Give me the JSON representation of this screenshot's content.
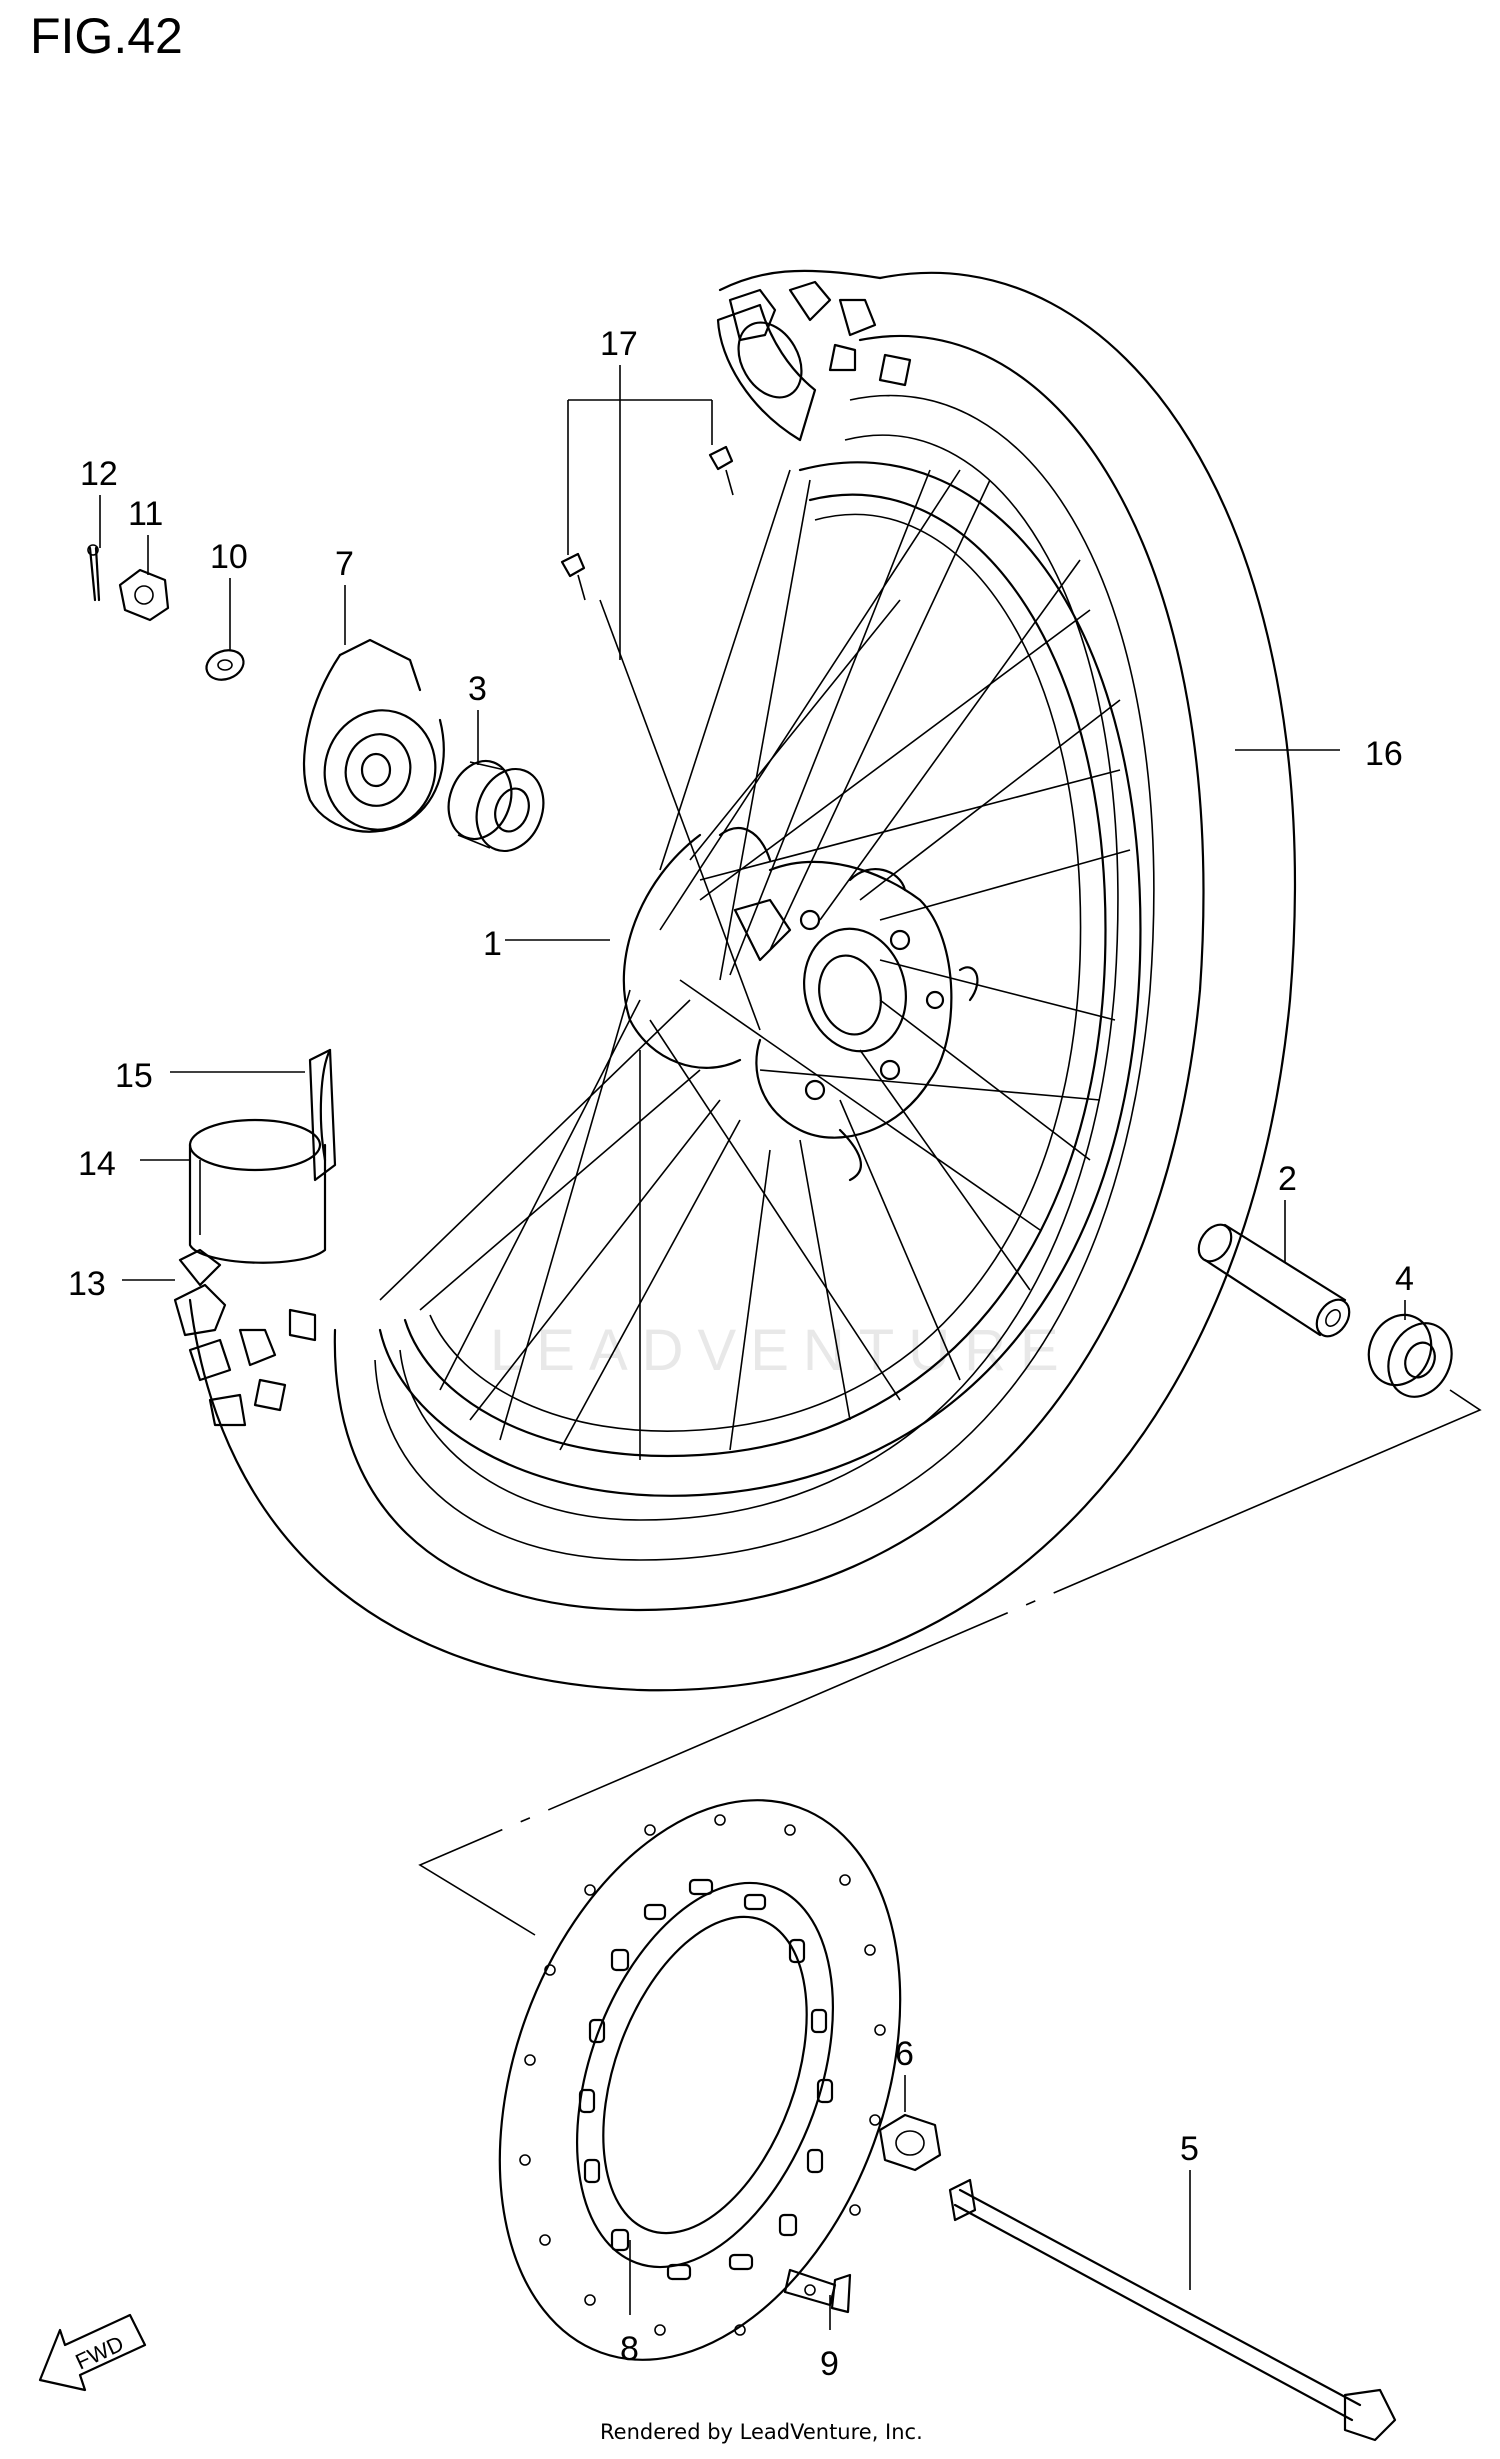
{
  "figure_title": "FIG.42",
  "footer_text": "Rendered by LeadVenture, Inc.",
  "watermark_text": "LEADVENTURE",
  "fwd_label": "FWD",
  "callouts": {
    "c1": "1",
    "c2": "2",
    "c3": "3",
    "c4": "4",
    "c5": "5",
    "c6": "6",
    "c7": "7",
    "c8": "8",
    "c9": "9",
    "c10": "10",
    "c11": "11",
    "c12": "12",
    "c13": "13",
    "c14": "14",
    "c15": "15",
    "c16": "16",
    "c17": "17"
  }
}
